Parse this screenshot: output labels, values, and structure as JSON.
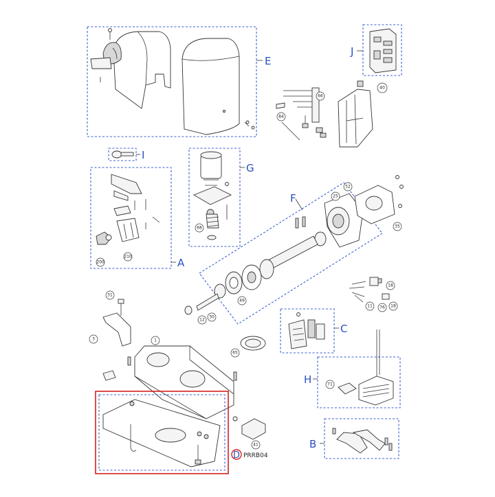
{
  "group_letters": {
    "E": "E",
    "J": "J",
    "I": "I",
    "G": "G",
    "A": "A",
    "F": "F",
    "C": "C",
    "H": "H",
    "B": "B",
    "D": "D"
  },
  "callouts": {
    "c66": "66",
    "c40": "40",
    "c84": "84",
    "c52": "52",
    "c25": "25",
    "c35": "35",
    "c68": "68",
    "c200": "200",
    "c210": "210",
    "c49": "49",
    "c30": "30",
    "c12": "12",
    "c31": "31",
    "c3": "3",
    "c1": "1",
    "c65": "65",
    "c18a": "18",
    "c11": "11",
    "c76": "76",
    "c18b": "18",
    "c71": "71",
    "c41": "41"
  },
  "part_code": "PRRB04",
  "colors": {
    "group_frame": "#3a5fcf",
    "highlight_frame": "#d42020",
    "letter": "#2a4fc0"
  }
}
